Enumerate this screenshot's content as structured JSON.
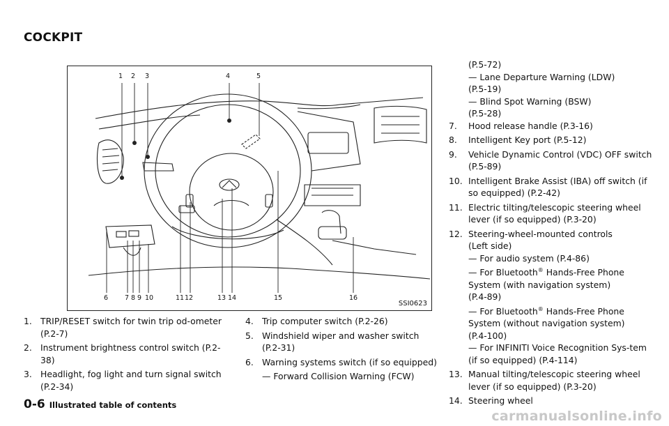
{
  "header": {
    "title": "COCKPIT"
  },
  "figure": {
    "code": "SSI0623",
    "callouts_top": [
      "1",
      "2",
      "3",
      "4",
      "5"
    ],
    "callouts_bottom": [
      "6",
      "7",
      "8",
      "9",
      "10",
      "11",
      "12",
      "13",
      "14",
      "15",
      "16"
    ]
  },
  "col1": [
    {
      "num": "1.",
      "text": "TRIP/RESET switch for twin trip od-ometer (P.2-7)"
    },
    {
      "num": "2.",
      "text": "Instrument brightness control switch (P.2-38)"
    },
    {
      "num": "3.",
      "text": "Headlight, fog light and turn signal switch (P.2-34)"
    }
  ],
  "col2": [
    {
      "num": "4.",
      "text": "Trip computer switch (P.2-26)"
    },
    {
      "num": "5.",
      "text": "Windshield wiper and washer switch (P.2-31)"
    },
    {
      "num": "6.",
      "text": "Warning systems switch (if so equipped)"
    },
    {
      "sub": "— Forward Collision Warning (FCW)"
    }
  ],
  "col3": {
    "top_lines": [
      "(P.5-72)",
      "— Lane Departure Warning (LDW)",
      "(P.5-19)",
      "— Blind Spot Warning (BSW)",
      "(P.5-28)"
    ],
    "items": [
      {
        "num": "7.",
        "text": "Hood release handle (P.3-16)"
      },
      {
        "num": "8.",
        "text": "Intelligent Key port (P.5-12)"
      },
      {
        "num": "9.",
        "text": "Vehicle Dynamic Control (VDC) OFF switch (P.5-89)"
      },
      {
        "num": "10.",
        "text": "Intelligent Brake Assist (IBA) off switch (if so equipped) (P.2-42)"
      },
      {
        "num": "11.",
        "text": "Electric tilting/telescopic steering wheel lever (if so equipped) (P.3-20)"
      },
      {
        "num": "12.",
        "text": "Steering-wheel-mounted controls"
      }
    ],
    "item12_lines": [
      "(Left side)",
      "— For audio system (P.4-86)",
      "— For Bluetooth",
      "Hands-Free Phone",
      "System (with navigation system)",
      "(P.4-89)",
      "— For Bluetooth",
      "Hands-Free Phone",
      "System (without navigation system)",
      "(P.4-100)",
      "— For INFINITI Voice Recognition Sys-tem (if so equipped) (P.4-114)"
    ],
    "reg": "®",
    "items_after": [
      {
        "num": "13.",
        "text": "Manual tilting/telescopic steering wheel lever (if so equipped) (P.3-20)"
      },
      {
        "num": "14.",
        "text": "Steering wheel"
      }
    ]
  },
  "footer": {
    "page": "0-6",
    "caption": "Illustrated table of contents"
  },
  "watermark": "carmanualsonline.info"
}
